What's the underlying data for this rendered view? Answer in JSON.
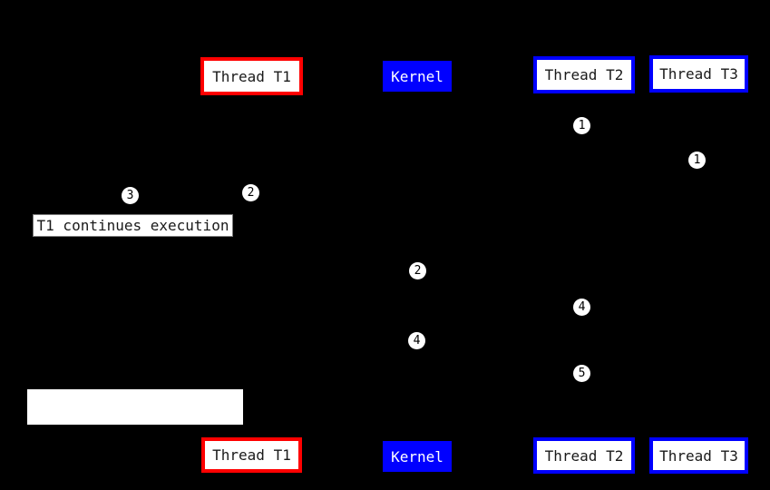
{
  "diagram": {
    "background": "#000000",
    "colors": {
      "t1_border": "#ff0000",
      "t2_t3_border": "#0000ff",
      "kernel_fill": "#0000ff",
      "box_fill": "#ffffff",
      "marker_fill": "#ffffff",
      "marker_text": "#000000"
    },
    "actors_top": [
      {
        "label": "Thread T1"
      },
      {
        "label": "Kernel"
      },
      {
        "label": "Thread T2"
      },
      {
        "label": "Thread T3"
      }
    ],
    "actors_bottom": [
      {
        "label": "Thread T1"
      },
      {
        "label": "Kernel"
      },
      {
        "label": "Thread T2"
      },
      {
        "label": "Thread T3"
      }
    ],
    "note": {
      "text": "T1 continues execution"
    },
    "markers": [
      {
        "num": "1"
      },
      {
        "num": "1"
      },
      {
        "num": "2"
      },
      {
        "num": "3"
      },
      {
        "num": "2"
      },
      {
        "num": "4"
      },
      {
        "num": "4"
      },
      {
        "num": "5"
      }
    ]
  }
}
